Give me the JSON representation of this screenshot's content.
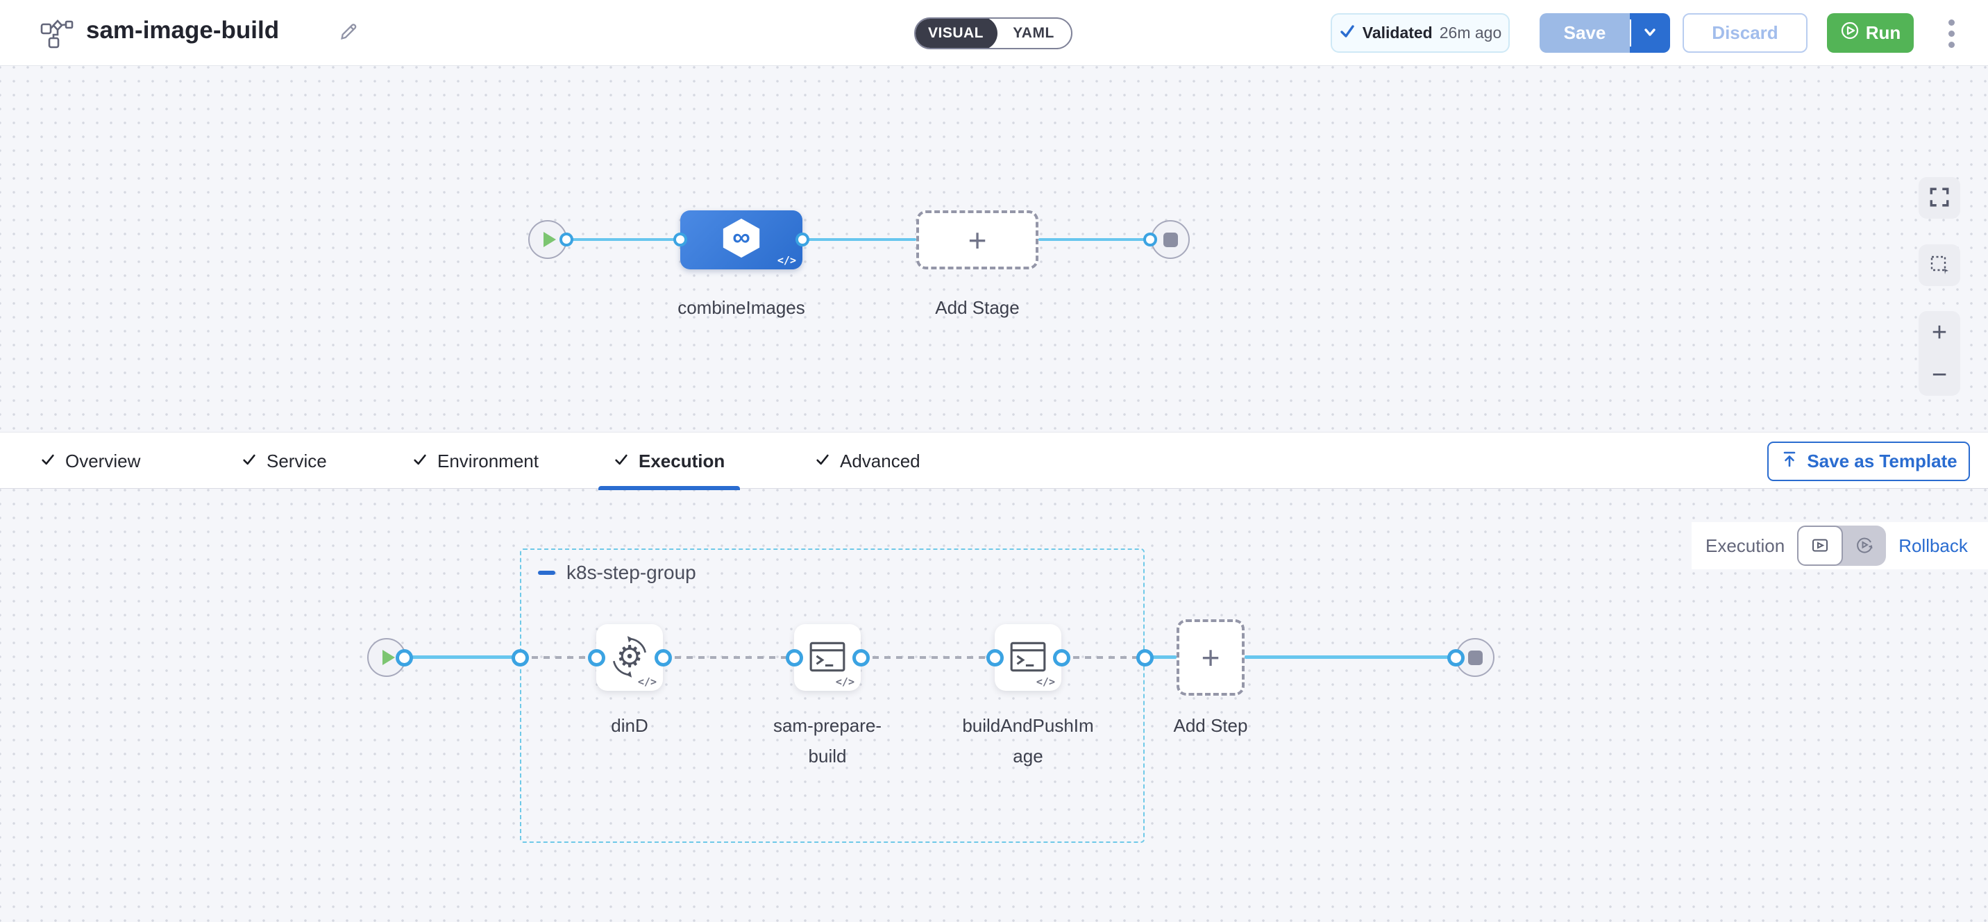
{
  "header": {
    "title": "sam-image-build",
    "mode_toggle": {
      "visual": "VISUAL",
      "yaml": "YAML",
      "selected": "VISUAL"
    },
    "validated": {
      "label": "Validated",
      "time_ago": "26m ago"
    },
    "save": "Save",
    "discard": "Discard",
    "run": "Run"
  },
  "stage_canvas": {
    "stage_name": "combineImages",
    "add_stage": "Add Stage"
  },
  "tabs": {
    "items": [
      {
        "label": "Overview"
      },
      {
        "label": "Service"
      },
      {
        "label": "Environment"
      },
      {
        "label": "Execution"
      },
      {
        "label": "Advanced"
      }
    ],
    "active": "Execution",
    "save_as_template": "Save as Template"
  },
  "execution": {
    "mode_label": "Execution",
    "rollback_label": "Rollback",
    "step_group": {
      "name": "k8s-step-group",
      "steps": [
        {
          "name": "dinD",
          "icon": "gear-sync-icon"
        },
        {
          "name": "sam-prepare-build",
          "icon": "terminal-icon"
        },
        {
          "name": "buildAndPushImage",
          "icon": "terminal-icon"
        }
      ]
    },
    "add_step": "Add Step"
  },
  "glyphs": {
    "code": "</>",
    "infinity": "∞",
    "plus": "+"
  },
  "colors": {
    "accent_blue": "#2a6cd0",
    "connector_blue": "#68c6ee",
    "node_blue": "#2f74d4",
    "run_green": "#53b456",
    "group_border": "#6fc9e8"
  }
}
